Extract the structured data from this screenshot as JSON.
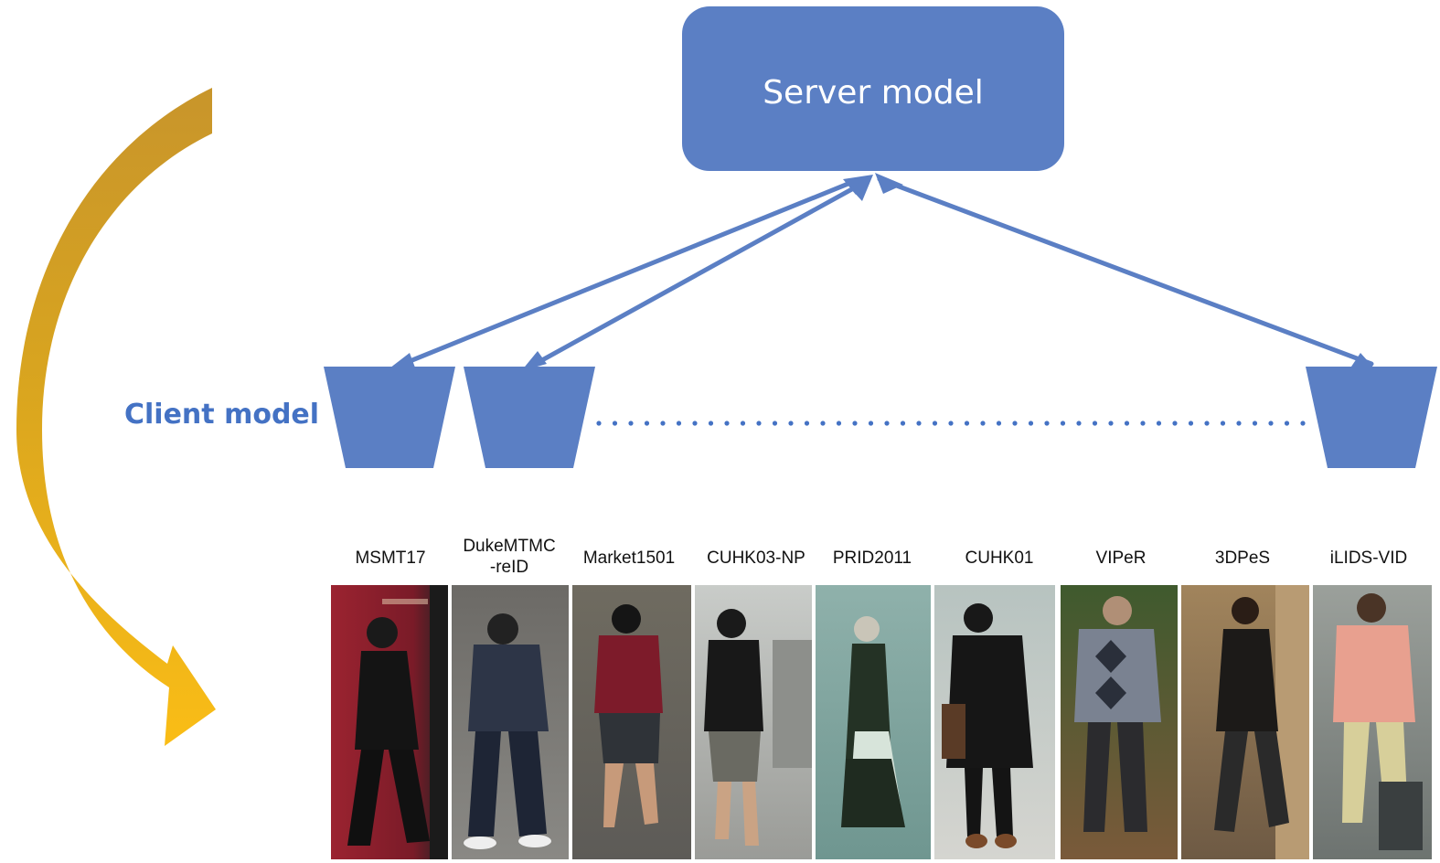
{
  "server": {
    "label": "Server model"
  },
  "client": {
    "label": "Client model"
  },
  "datasets": [
    {
      "line1": "MSMT17",
      "line2": ""
    },
    {
      "line1": "DukeMTMC",
      "line2": "-reID"
    },
    {
      "line1": "Market1501",
      "line2": ""
    },
    {
      "line1": "CUHK03-NP",
      "line2": ""
    },
    {
      "line1": "PRID2011",
      "line2": ""
    },
    {
      "line1": "CUHK01",
      "line2": ""
    },
    {
      "line1": "VIPeR",
      "line2": ""
    },
    {
      "line1": "3DPeS",
      "line2": ""
    },
    {
      "line1": "iLIDS-VID",
      "line2": ""
    }
  ],
  "colors": {
    "node_fill": "#5b7fc4",
    "client_label": "#4472c4",
    "cycle_arrow_top": "#c9962a",
    "cycle_arrow_bottom": "#f9bd17"
  }
}
